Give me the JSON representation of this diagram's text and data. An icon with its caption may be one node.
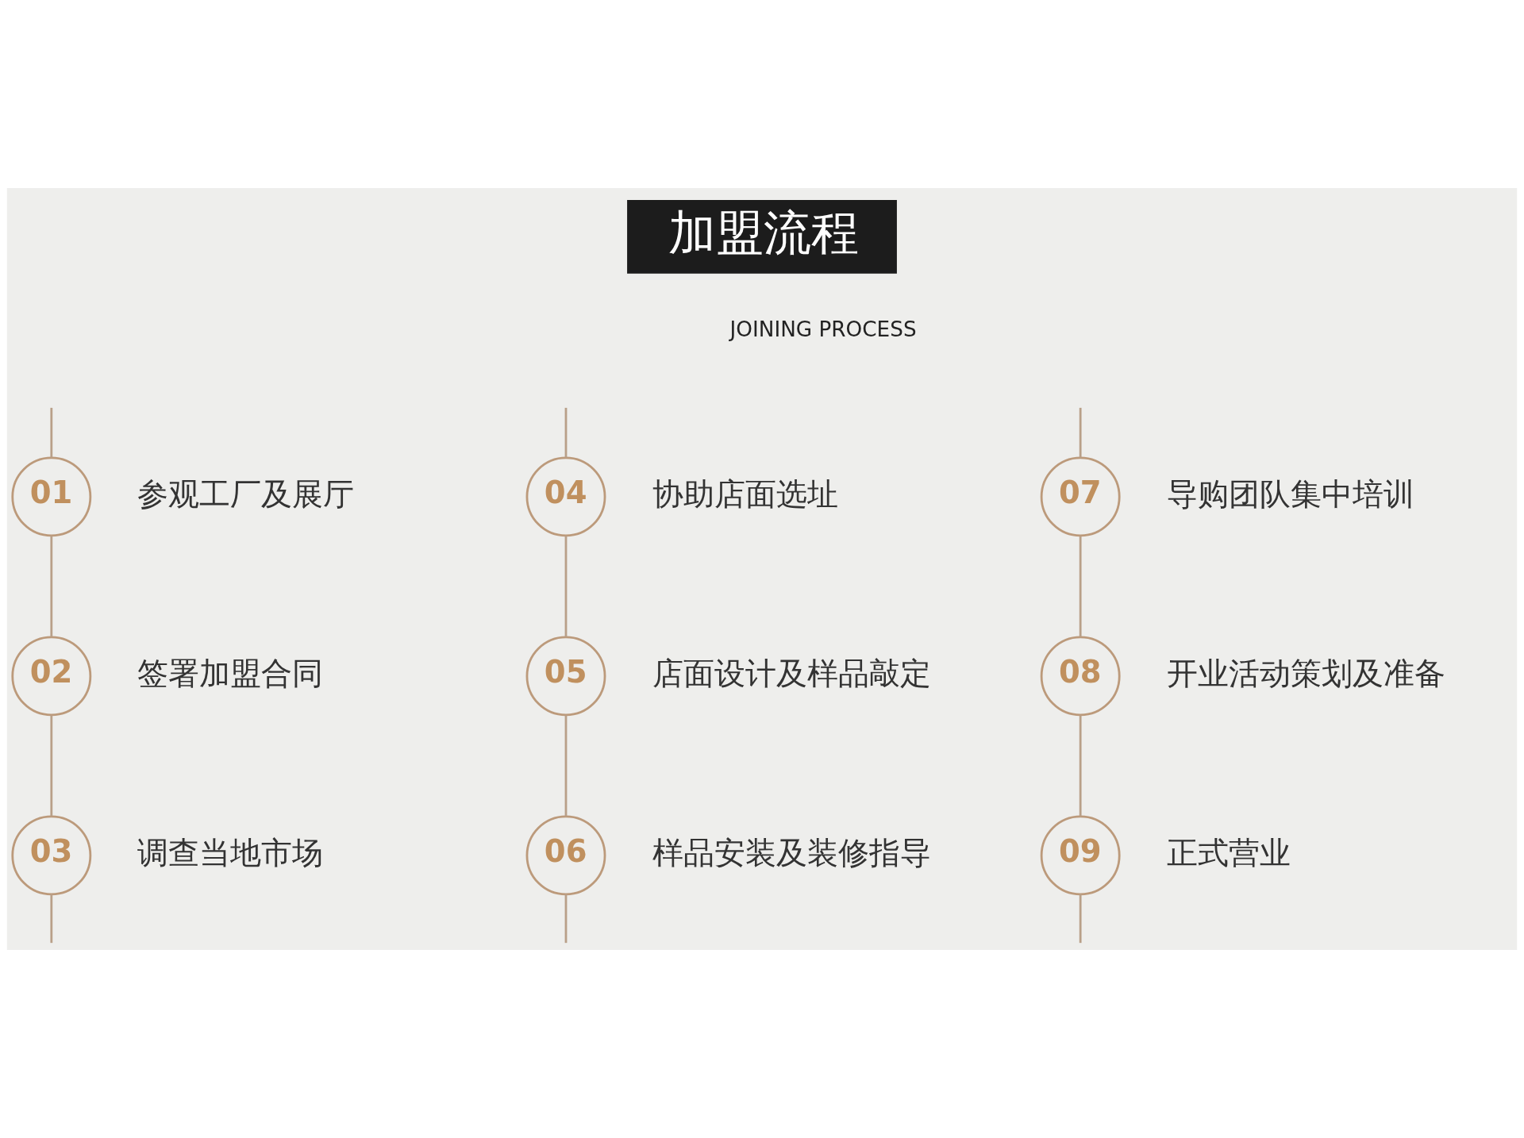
{
  "diagram": {
    "title": "加盟流程",
    "nodes": [
      {
        "text": [
          "01"
        ],
        "beside": [
          "参观工厂及展厅"
        ]
      },
      {
        "text": [
          "02"
        ],
        "beside": [
          "签署加盟合同"
        ]
      },
      {
        "text": [
          "03"
        ],
        "beside": [
          "调查当地市场"
        ]
      },
      {
        "text": [
          "04"
        ],
        "beside": [
          "协助店面选址"
        ]
      },
      {
        "text": [
          "05"
        ],
        "beside": [
          "店面设计及样品敲定"
        ]
      },
      {
        "text": [
          "06"
        ],
        "beside": [
          "样品安装及装修指导"
        ]
      },
      {
        "text": [
          "07"
        ],
        "beside": [
          "导购团队集中培训"
        ]
      },
      {
        "text": [
          "08"
        ],
        "beside": [
          "开业活动策划及准备"
        ]
      },
      {
        "text": [
          "09"
        ],
        "beside": [
          "正式营业"
        ]
      }
    ],
    "edges": [
      {
        "from": null,
        "to": 0,
        "arrow": "none"
      },
      {
        "from": 0,
        "to": 1,
        "arrow": "none"
      },
      {
        "from": 1,
        "to": 2,
        "arrow": "none"
      },
      {
        "from": 2,
        "to": null,
        "arrow": "none"
      },
      {
        "from": null,
        "to": 3,
        "arrow": "none"
      },
      {
        "from": 3,
        "to": 4,
        "arrow": "none"
      },
      {
        "from": 4,
        "to": 5,
        "arrow": "none"
      },
      {
        "from": 5,
        "to": null,
        "arrow": "none"
      },
      {
        "from": null,
        "to": 6,
        "arrow": "none"
      },
      {
        "from": 6,
        "to": 7,
        "arrow": "none"
      },
      {
        "from": 7,
        "to": 8,
        "arrow": "none"
      },
      {
        "from": 8,
        "to": null,
        "arrow": "none"
      }
    ],
    "labels": [
      "JOINING PROCESS"
    ]
  }
}
